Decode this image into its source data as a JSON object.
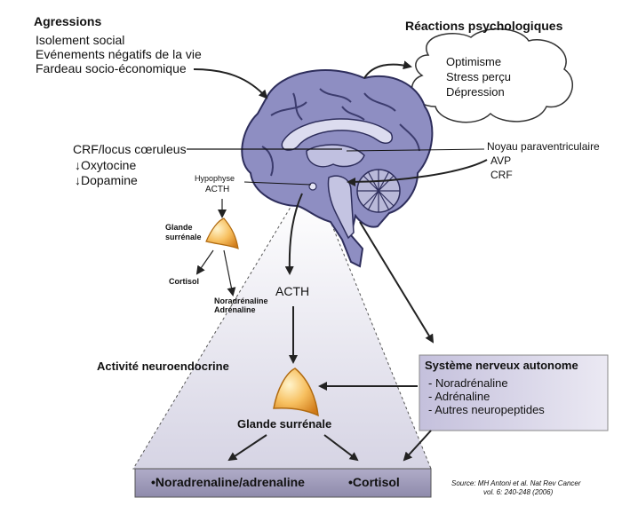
{
  "aggressions": {
    "title": "Agressions",
    "items": [
      "Isolement social",
      "Evénements négatifs de la vie",
      "Fardeau socio-économique"
    ]
  },
  "psych": {
    "title": "Réactions psychologiques",
    "items": [
      "Optimisme",
      "Stress perçu",
      "Dépression"
    ]
  },
  "crf": {
    "title": "CRF/locus cœruleus",
    "items": [
      "↓Oxytocine",
      "↓Dopamine"
    ]
  },
  "noyau": {
    "title": "Noyau paraventriculaire",
    "items": [
      "AVP",
      "CRF"
    ]
  },
  "hypophyse": {
    "title": "Hypophyse",
    "hormone": "ACTH"
  },
  "small_gland": {
    "label_lines": [
      "Glande",
      "surrénale"
    ],
    "cortisol": "Cortisol",
    "catechol_lines": [
      "Noradrénaline",
      "Adrénaline"
    ]
  },
  "acth_main": "ACTH",
  "activite": "Activité neuroendocrine",
  "big_gland": "Glande surrénale",
  "sna": {
    "title": "Système nerveux autonome",
    "items": [
      "- Noradrénaline",
      "- Adrénaline",
      "- Autres neuropeptides"
    ]
  },
  "bottom": {
    "left": "•Noradrenaline/adrenaline",
    "right": "•Cortisol"
  },
  "source": {
    "line1": "Source: MH Antoni et al. Nat Rev Cancer",
    "line2": "vol. 6: 240-248 (2006)"
  },
  "colors": {
    "brain": "#8b8bc0",
    "brain_dark": "#4a4a80",
    "gland_orange": "#f2a23a",
    "gland_yellow": "#ffe6a0",
    "sna_box": "#c9c6de",
    "bottom_bar": "#9c98b8"
  }
}
